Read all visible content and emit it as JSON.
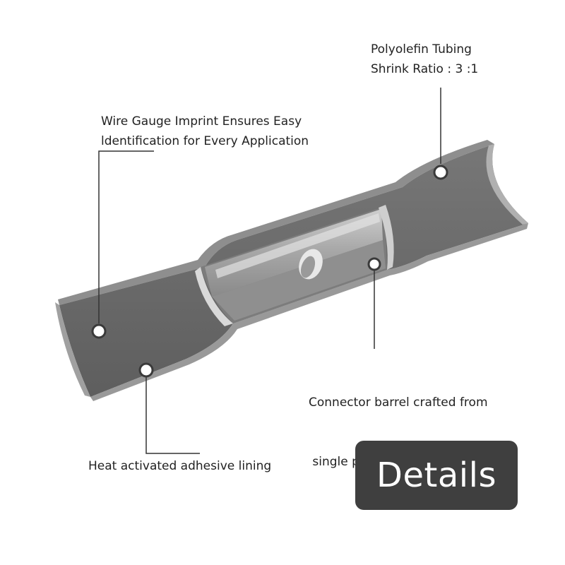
{
  "callouts": {
    "tubing": {
      "line1": "Polyolefin Tubing",
      "line2": "Shrink Ratio : 3 :1"
    },
    "imprint": {
      "line1": "Wire Gauge Imprint Ensures Easy",
      "line2": "ldentification for Every Application"
    },
    "barrel": {
      "line1": "Connector barrel crafted from",
      "line2": " single piece of copper"
    },
    "adhesive": {
      "line1": "Heat activated adhesive lining"
    }
  },
  "badge": {
    "label": "Details"
  },
  "colors": {
    "tube_body": "#6a6a6a",
    "tube_edge": "#8c8c8c",
    "barrel_light": "#d6d6d6",
    "barrel_shade": "#9e9e9e",
    "leader_line": "#333333",
    "badge_bg": "#3f3f3f",
    "text": "#222222"
  }
}
